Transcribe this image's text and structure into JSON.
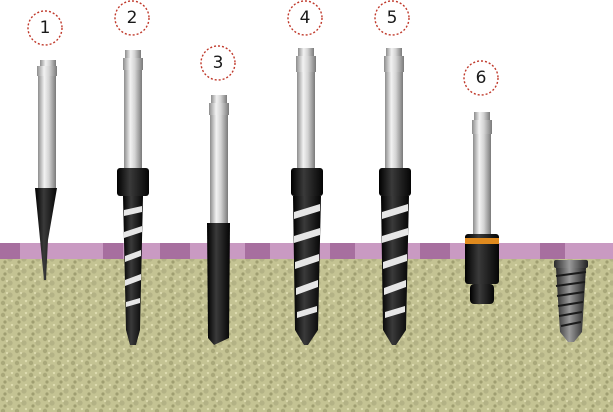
{
  "diagram": {
    "labels": [
      "1",
      "2",
      "3",
      "4",
      "5",
      "6"
    ],
    "colors": {
      "bone": "#c9c79a",
      "gum": "#c99ac2",
      "label_ring": "#c0392b",
      "drill_black": "#111111",
      "shaft_silver": "#c8c8c8",
      "collar_orange": "#e08a1e"
    },
    "tools": [
      {
        "id": "1",
        "kind": "pilot-drill"
      },
      {
        "id": "2",
        "kind": "twist-drill"
      },
      {
        "id": "3",
        "kind": "pilot-drill-extended"
      },
      {
        "id": "4",
        "kind": "twist-drill-wide"
      },
      {
        "id": "5",
        "kind": "twist-drill-wide"
      },
      {
        "id": "6",
        "kind": "countersink-tap"
      },
      {
        "id": "implant",
        "kind": "dental-implant"
      }
    ]
  }
}
